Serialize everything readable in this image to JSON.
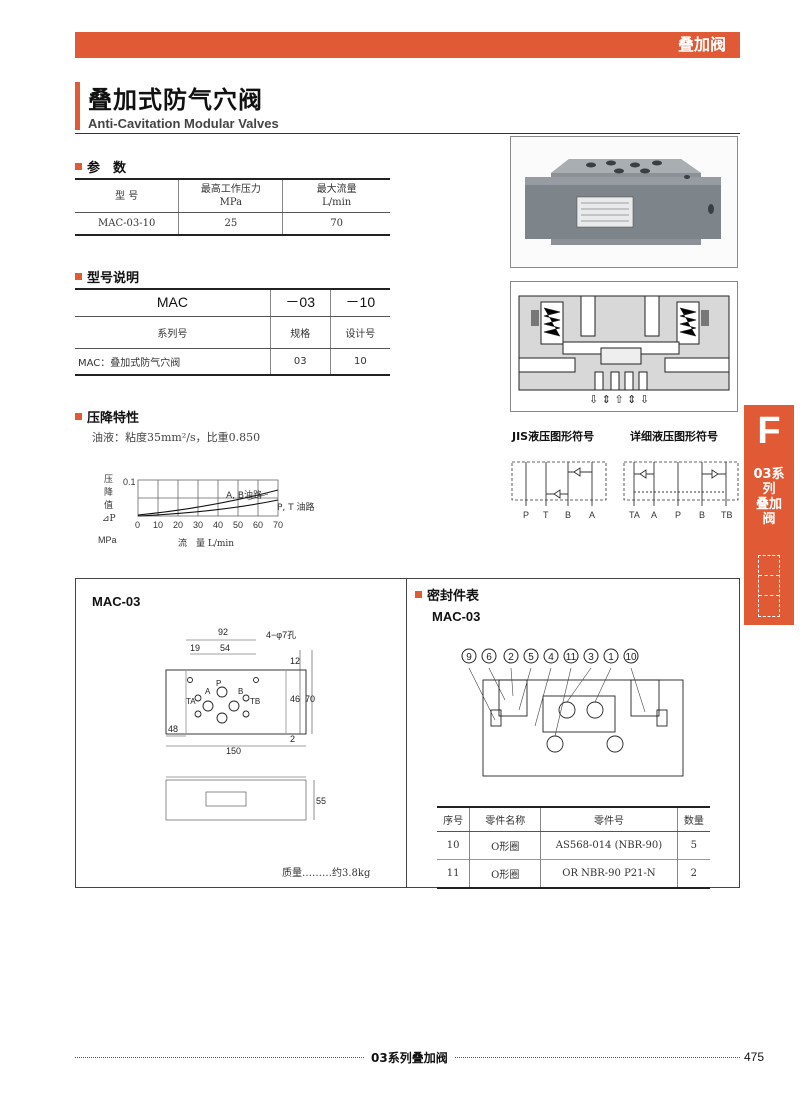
{
  "header": {
    "banner": "叠加阀"
  },
  "title": {
    "main": "叠加式防气穴阀",
    "sub": "Anti-Cavitation Modular Valves"
  },
  "params": {
    "heading": "参　数",
    "columns": [
      "型 号",
      "最高工作压力",
      "MPa",
      "最大流量",
      "L/min"
    ],
    "rows": [
      [
        "MAC-03-10",
        "25",
        "70"
      ]
    ]
  },
  "model": {
    "heading": "型号说明",
    "codes": [
      "MAC",
      "－03",
      "－10"
    ],
    "labels": [
      "系列号",
      "规格",
      "设计号"
    ],
    "desc": [
      "MAC：叠加式防气穴阀",
      "03",
      "10"
    ]
  },
  "pressure": {
    "heading": "压降特性",
    "oil": "油液：粘度35mm²/s，比重0.850",
    "ylabel": [
      "压",
      "降",
      "值",
      "⊿P",
      "MPa"
    ],
    "ytick": "0.1",
    "xticks": [
      "0",
      "10",
      "20",
      "30",
      "40",
      "50",
      "60",
      "70"
    ],
    "xlabel": "流　量 L/min",
    "curve_ab": "A, B油路",
    "curve_pt": "P, T 油路"
  },
  "symbols": {
    "jis_title": "JIS液压图形符号",
    "detail_title": "详细液压图形符号",
    "jis_ports": [
      "P",
      "T",
      "B",
      "A"
    ],
    "detail_ports": [
      "TA",
      "A",
      "P",
      "B",
      "TB"
    ]
  },
  "section_arrows": "⇩ ⇕ ⇧ ⇕ ⇩",
  "right_tab": {
    "letter": "F",
    "series": "03系列",
    "name": "叠加阀"
  },
  "dims": {
    "title": "MAC-03",
    "labels": [
      "92",
      "19",
      "54",
      "4−φ7孔",
      "12",
      "46",
      "70",
      "2",
      "48",
      "150",
      "55"
    ],
    "ports": [
      "P",
      "A",
      "B",
      "TA",
      "TB"
    ],
    "mass": "质量………约3.8kg"
  },
  "seals": {
    "heading": "密封件表",
    "title": "MAC-03",
    "callouts": [
      "9",
      "6",
      "2",
      "5",
      "4",
      "11",
      "3",
      "1",
      "10"
    ],
    "columns": [
      "序号",
      "零件名称",
      "零件号",
      "数量"
    ],
    "rows": [
      [
        "10",
        "O形圈",
        "AS568-014 (NBR-90)",
        "5"
      ],
      [
        "11",
        "O形圈",
        "OR NBR-90 P21-N",
        "2"
      ]
    ]
  },
  "footer": {
    "text": "03系列叠加阀",
    "page": "475"
  }
}
